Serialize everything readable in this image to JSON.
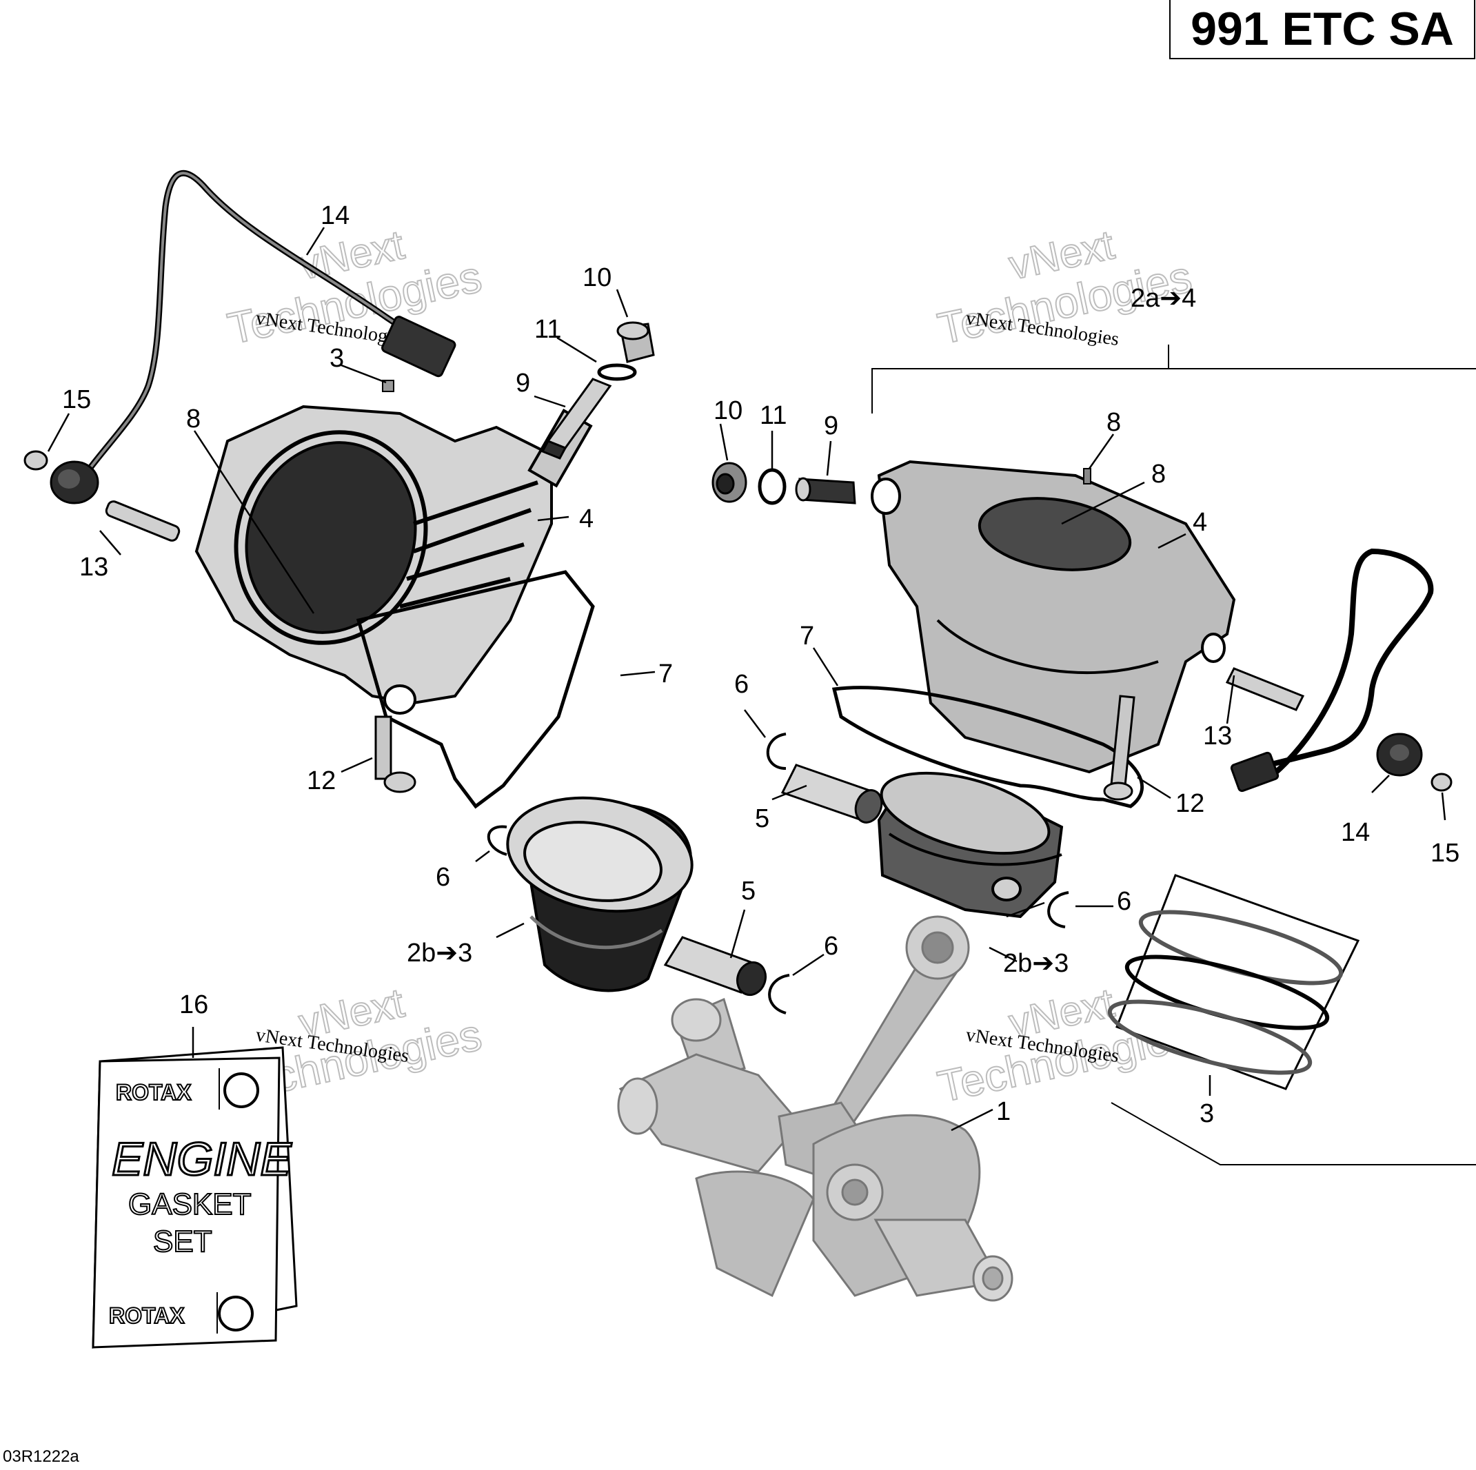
{
  "diagram": {
    "title": "991 ETC SA",
    "reference_code": "03R1222a",
    "watermark": [
      "vNext",
      "vNext Technologies",
      "Technologies"
    ],
    "callouts": [
      "1",
      "2a➔4",
      "2b➔3",
      "3",
      "4",
      "5",
      "6",
      "7",
      "8",
      "9",
      "10",
      "11",
      "12",
      "13",
      "14",
      "15",
      "16"
    ],
    "kit_label": {
      "brand": "ROTAX",
      "line1": "ENGINE",
      "line2": "GASKET",
      "line3": "SET"
    },
    "colors": {
      "line": "#000000",
      "part_fill": "#d0d0d0",
      "part_dark": "#3a3a3a",
      "crank_fill": "#c4c4c4",
      "watermark": "#bdbdbd"
    }
  }
}
